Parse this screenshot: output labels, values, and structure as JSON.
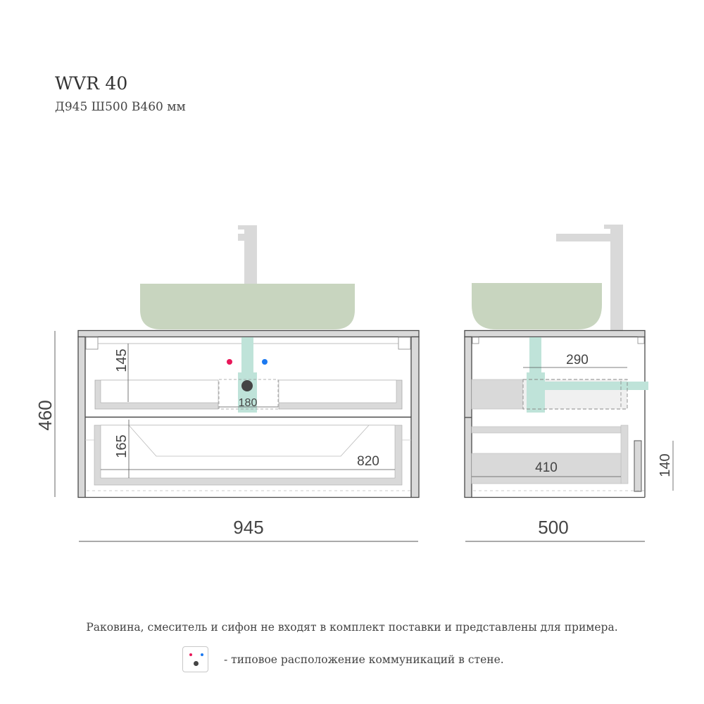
{
  "header": {
    "title": "WVR 40",
    "subtitle": "Д945 Ш500 В460 мм"
  },
  "front_view": {
    "dimensions": {
      "width": "945",
      "height": "460",
      "top_drawer_depth": "145",
      "siphon_cutout_width": "180",
      "bottom_drawer_depth": "165",
      "bottom_drawer_width": "820"
    }
  },
  "side_view": {
    "dimensions": {
      "depth": "500",
      "siphon_offset": "290",
      "drawer_length": "410",
      "plinth_height": "140"
    }
  },
  "colors": {
    "basin": "#c8d5bf",
    "faucet": "#d9d9d9",
    "siphon": "#bfe3d9",
    "panel": "#d9d9d9",
    "outline": "#4a4a4a",
    "hot_water": "#e8185a",
    "cold_water": "#1c79f0",
    "drain": "#444444"
  },
  "footer": {
    "note": "Раковина, смеситель и сифон не входят в комплект поставки и представлены для примера.",
    "legend_text": "-  типовое расположение коммуникаций в стене."
  }
}
